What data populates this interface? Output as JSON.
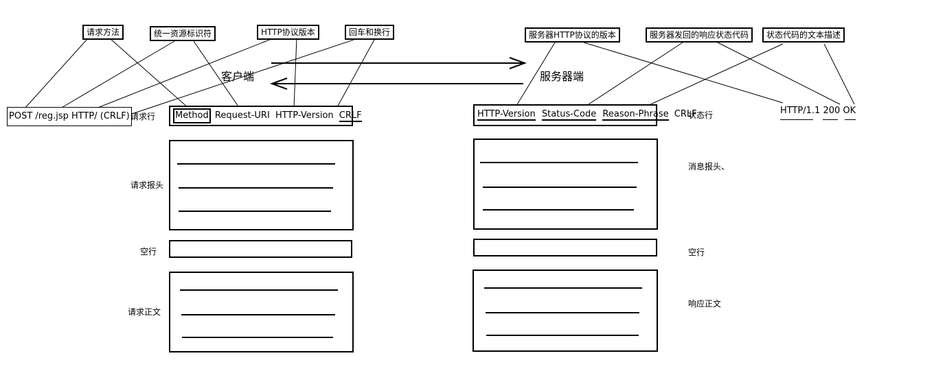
{
  "labels": {
    "method": "请求方法",
    "uri": "统一资源标识符",
    "http_version": "HTTP协议版本",
    "crlf": "回车和换行",
    "server_version": "服务器HTTP协议的版本",
    "status_code": "服务器发回的响应状态代码",
    "reason": "状态代码的文本描述"
  },
  "client": "客户端",
  "server": "服务器端",
  "example_request": "POST /reg.jsp HTTP/ (CRLF)",
  "example_response": "HTTP/1.1 200 OK",
  "request_line": {
    "method": "Method",
    "uri": "Request-URI",
    "version": "HTTP-Version",
    "crlf": "CRLF"
  },
  "status_line": {
    "version": "HTTP-Version",
    "code": "Status-Code",
    "reason": "Reason-Phrase",
    "crlf": "CRLF"
  },
  "left_sections": {
    "request_line": "请求行",
    "headers": "请求报头",
    "blank": "空行",
    "body": "请求正文"
  },
  "right_sections": {
    "status_line": "状态行",
    "headers": "消息报头、",
    "blank": "空行",
    "body": "响应正文"
  }
}
